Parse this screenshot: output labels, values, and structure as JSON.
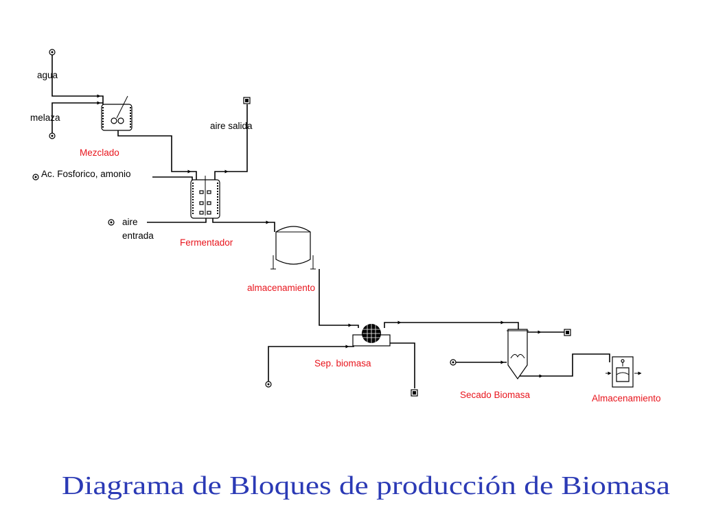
{
  "title": "Diagrama de Bloques de producción de Biomasa",
  "colors": {
    "equipment_label": "#e8141c",
    "title": "#2b3ab5",
    "stream_label": "#000000"
  },
  "streams": {
    "agua": "agua",
    "melaza": "melaza",
    "aire_salida": "aire salida",
    "ac_fosforico": "Ac. Fosforico, amonio",
    "aire_entrada_1": "aire",
    "aire_entrada_2": "entrada"
  },
  "equipment": {
    "mezclado": "Mezclado",
    "fermentador": "Fermentador",
    "almacenamiento_1": "almacenamiento",
    "sep_biomasa": "Sep. biomasa",
    "secado_biomasa": "Secado Biomasa",
    "almacenamiento_2": "Almacenamiento"
  },
  "icons": {
    "feed": "feed-node-icon",
    "product": "product-node-icon"
  }
}
